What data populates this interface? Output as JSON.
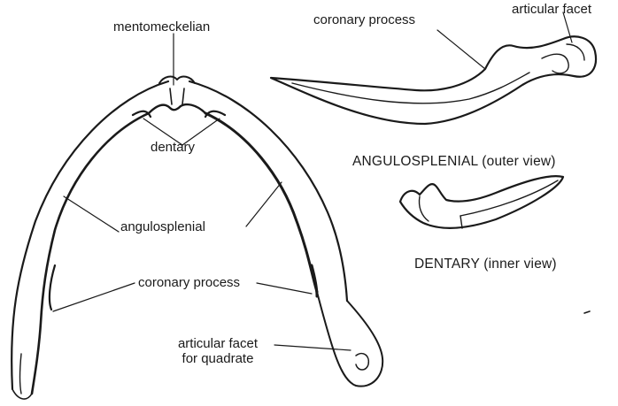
{
  "labels": {
    "mentomeckelian": "mentomeckelian",
    "dentary": "dentary",
    "angulosplenial": "angulosplenial",
    "coronary_process": "coronary process",
    "articular_facet_quadrate_line1": "articular facet",
    "articular_facet_quadrate_line2": "for quadrate",
    "coronary_process_top": "coronary process",
    "articular_facet_top": "articular facet",
    "angulosplenial_view": "ANGULOSPLENIAL (outer view)",
    "dentary_view": "DENTARY (inner view)"
  },
  "colors": {
    "ink": "#1a1a1a",
    "background": "#ffffff"
  }
}
